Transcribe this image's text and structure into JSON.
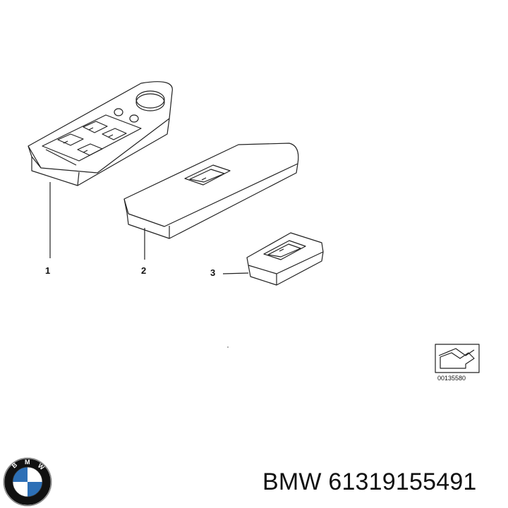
{
  "callouts": {
    "one": "1",
    "two": "2",
    "three": "3"
  },
  "reference_number": "00135580",
  "footer": {
    "part_text": "BMW 61319155491"
  },
  "logo": {
    "letters": "BMW",
    "colors": {
      "blue": "#2c6fb6",
      "white": "#ffffff",
      "ring": "#111111"
    }
  },
  "line_color": "#222222"
}
